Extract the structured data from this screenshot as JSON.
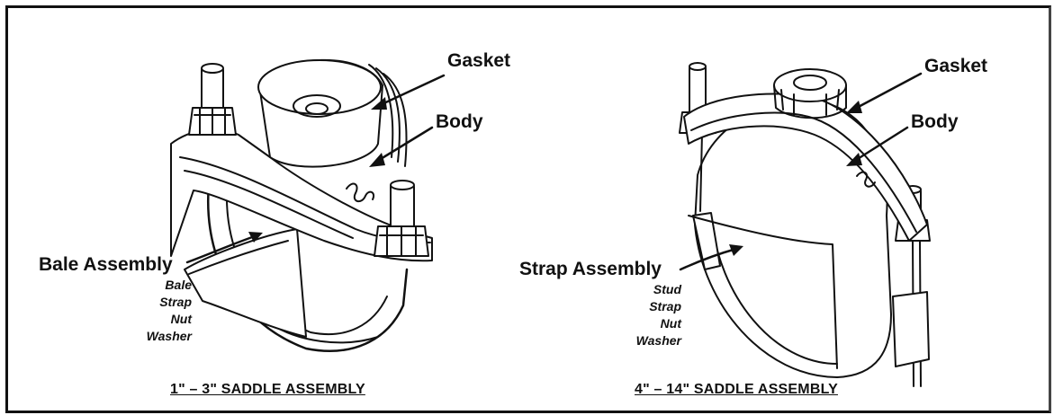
{
  "left_assembly": {
    "gasket": "Gasket",
    "body": "Body",
    "assembly": "Bale Assembly",
    "components": [
      "Bale",
      "Strap",
      "Nut",
      "Washer"
    ],
    "caption": "1\" – 3\" SADDLE ASSEMBLY"
  },
  "right_assembly": {
    "gasket": "Gasket",
    "body": "Body",
    "assembly": "Strap Assembly",
    "components": [
      "Stud",
      "Strap",
      "Nut",
      "Washer"
    ],
    "caption": "4\" – 14\" SADDLE ASSEMBLY"
  }
}
